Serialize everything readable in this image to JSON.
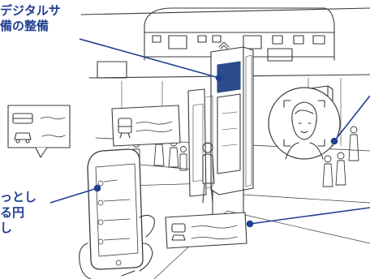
{
  "callouts": {
    "top_left": [
      "デジタルサ",
      "備の整備"
    ],
    "bottom_left": [
      "っとし",
      "る円",
      "し"
    ]
  },
  "icons": [
    "train-icon",
    "digital-signage-icon",
    "face-recognition-icon",
    "smartphone-icon",
    "bus-icon",
    "car-icon",
    "wifi-icon"
  ],
  "colors": {
    "accent": "#1f3f8f",
    "ink": "#3a3a3a",
    "paper": "#ffffff",
    "screen_blue": "#2b4c8c"
  }
}
